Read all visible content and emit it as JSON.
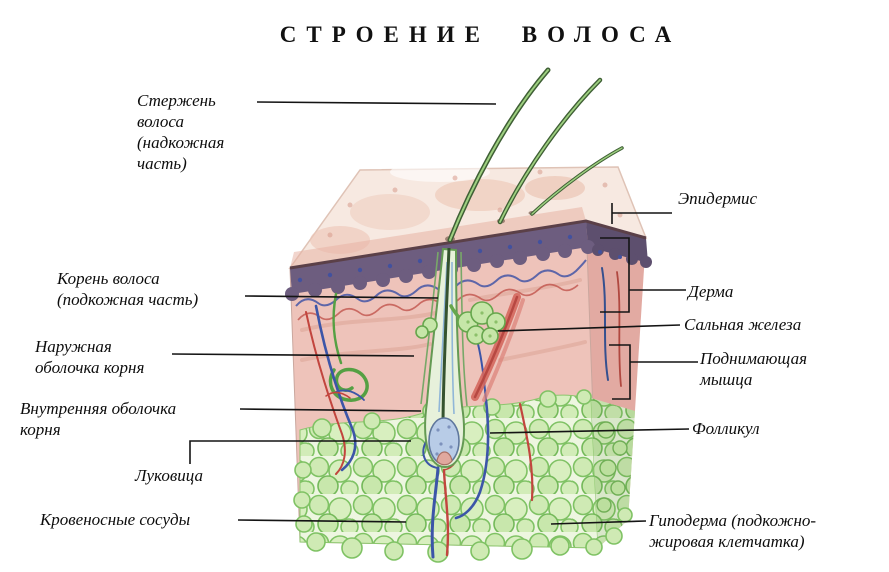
{
  "title": "СТРОЕНИЕ ВОЛОСА",
  "labels": {
    "left": [
      {
        "id": "hair-shaft",
        "text": "Стержень волоса (надкожная часть)"
      },
      {
        "id": "hair-root",
        "text": "Корень волоса (подкожная часть)"
      },
      {
        "id": "outer-root-sheath",
        "text": "Наружная оболочка корня"
      },
      {
        "id": "inner-root-sheath",
        "text": "Внутренняя оболочка корня"
      },
      {
        "id": "bulb",
        "text": "Луковица"
      },
      {
        "id": "blood-vessels",
        "text": "Кровеносные сосуды"
      }
    ],
    "right": [
      {
        "id": "epidermis",
        "text": "Эпидермис"
      },
      {
        "id": "dermis",
        "text": "Дерма"
      },
      {
        "id": "sebaceous-gland",
        "text": "Сальная железа"
      },
      {
        "id": "arrector-muscle",
        "text": "Поднимающая мышца"
      },
      {
        "id": "follicle",
        "text": "Фолликул"
      },
      {
        "id": "hypodermis",
        "text": "Гиподерма (подкожно-жировая клетчатка)"
      }
    ]
  },
  "colors": {
    "epidermis": "#6d5d7f",
    "dermis": "#eec3ba",
    "hypodermis_cells": "#cfeab4",
    "hair": "#3f5f35",
    "vessel_red": "#c2453e",
    "vessel_blue": "#3c55a8",
    "line": "#141414"
  }
}
